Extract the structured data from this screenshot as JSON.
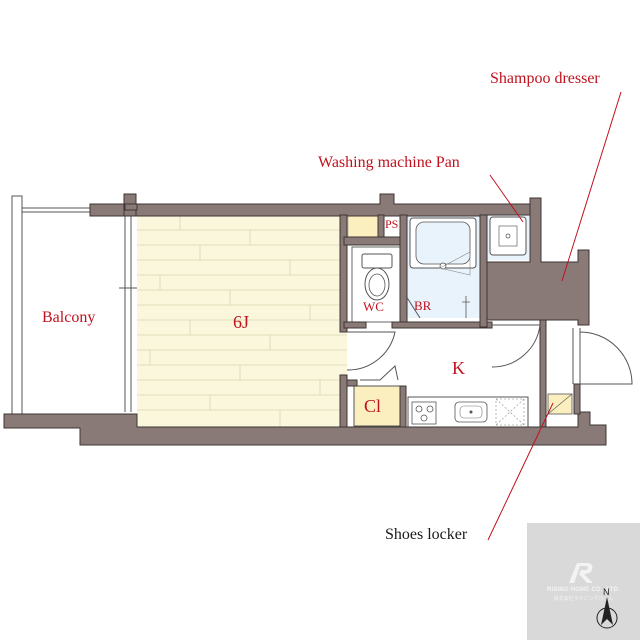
{
  "labels": {
    "shampoo_dresser": "Shampoo dresser",
    "washing_machine_pan": "Washing machine Pan",
    "ps": "PS",
    "balcony": "Balcony",
    "room_6j": "6J",
    "wc": "WC",
    "br": "BR",
    "k": "K",
    "cl": "Cl",
    "shoes_locker": "Shoes locker"
  },
  "logo": {
    "name": "RISING HOME CO., LTD.",
    "sub": "株式会社ライジングホーム"
  },
  "compass": {
    "north": "N"
  },
  "colors": {
    "wall": "#8a7a77",
    "floor_room": "#fbf7dc",
    "floor_wet": "#e9f3fb",
    "closet": "#fbefbf",
    "label_red": "#c0121e",
    "logo_bg": "#d9d9d9"
  }
}
